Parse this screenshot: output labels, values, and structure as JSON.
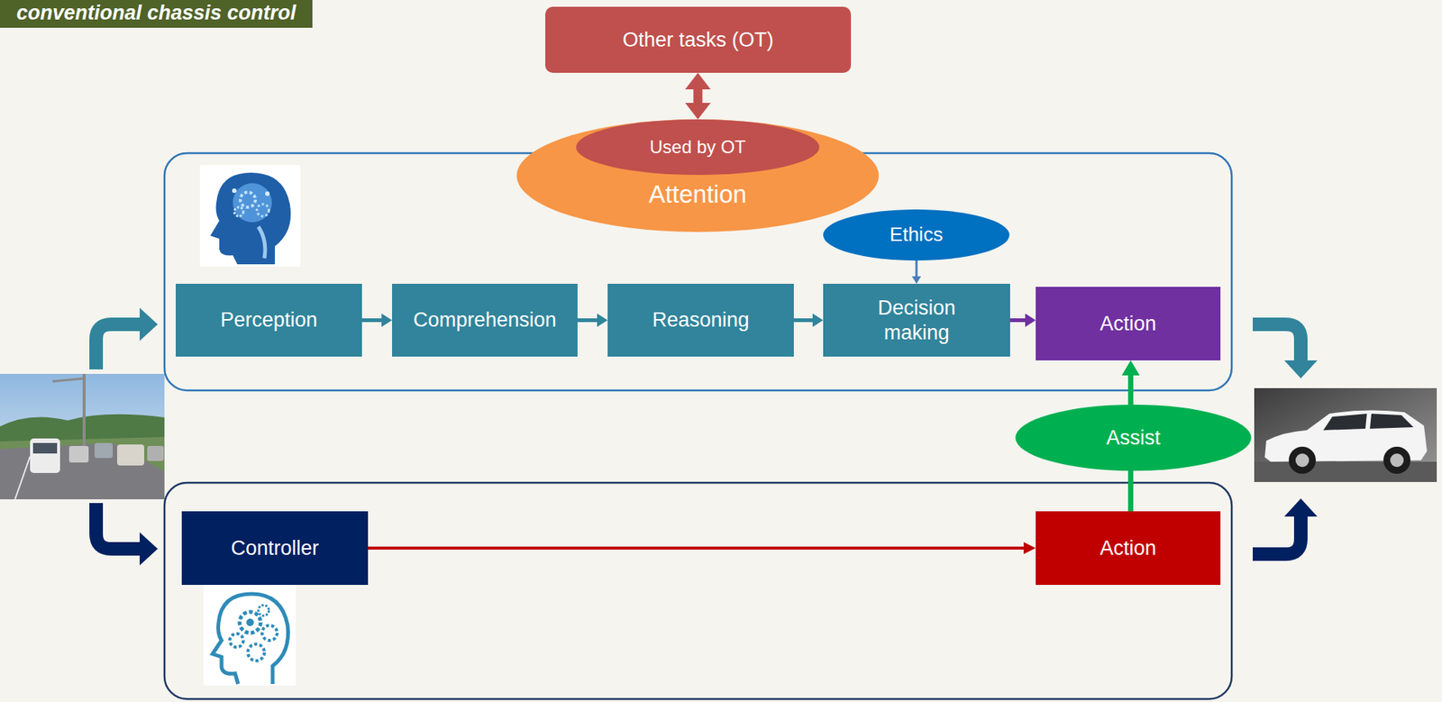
{
  "diagram": {
    "title": "conventional chassis control",
    "nodes": [
      {
        "text": [
          "Other tasks (OT)"
        ]
      },
      {
        "text": [
          "Attention"
        ]
      },
      {
        "text": [
          "Used by OT"
        ],
        "in": 1
      },
      {
        "text": [
          "Ethics"
        ]
      },
      {
        "text": [
          "Perception"
        ]
      },
      {
        "text": [
          "Comprehension"
        ]
      },
      {
        "text": [
          "Reasoning"
        ]
      },
      {
        "text": [
          "Decision making"
        ]
      },
      {
        "text": [
          "Action"
        ]
      },
      {
        "text": [
          "Assist"
        ]
      },
      {
        "text": [
          "Controller"
        ]
      },
      {
        "text": [
          "Action"
        ]
      }
    ],
    "edges": [
      {
        "from": 0,
        "to": 2,
        "arrow": "both"
      },
      {
        "from": 3,
        "to": 7,
        "arrow": "to"
      },
      {
        "from": 4,
        "to": 5,
        "arrow": "to"
      },
      {
        "from": 5,
        "to": 6,
        "arrow": "to"
      },
      {
        "from": 6,
        "to": 7,
        "arrow": "to"
      },
      {
        "from": 7,
        "to": 8,
        "arrow": "to"
      },
      {
        "from": 10,
        "to": 11,
        "arrow": "to"
      },
      {
        "from": 11,
        "to": 9,
        "arrow": "none"
      },
      {
        "from": 9,
        "to": 8,
        "arrow": "to"
      }
    ]
  }
}
